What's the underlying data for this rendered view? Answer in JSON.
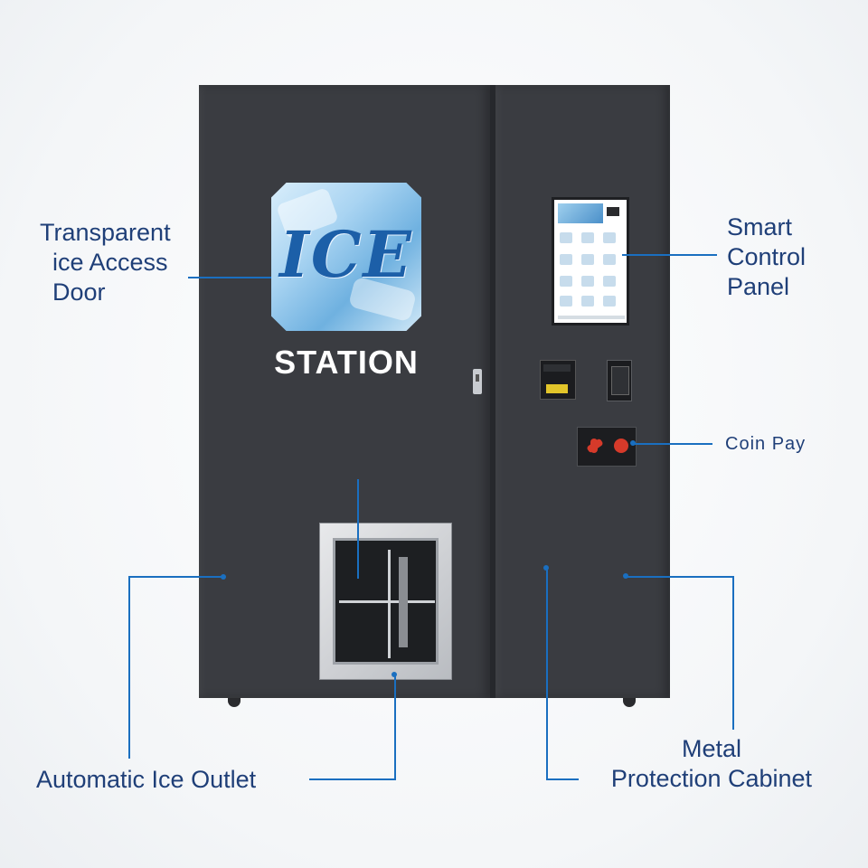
{
  "machine": {
    "window_text": "ICE",
    "sign_text": "STATION"
  },
  "callouts": {
    "transparent_door": [
      "Transparent",
      "ice Access",
      "Door"
    ],
    "smart_panel": [
      "Smart",
      "Control",
      "Panel"
    ],
    "coin_pay": "Coin Pay",
    "ice_outlet": "Automatic Ice Outlet",
    "cabinet": [
      "Metal",
      "Protection Cabinet"
    ]
  },
  "colors": {
    "cabinet": "#3a3c41",
    "callout_line": "#1a6fc0",
    "label_text": "#1f3f78",
    "ice_text": "#1c5fa8",
    "coin_accent": "#d63a2a",
    "card_slot": "#e2c52a"
  }
}
